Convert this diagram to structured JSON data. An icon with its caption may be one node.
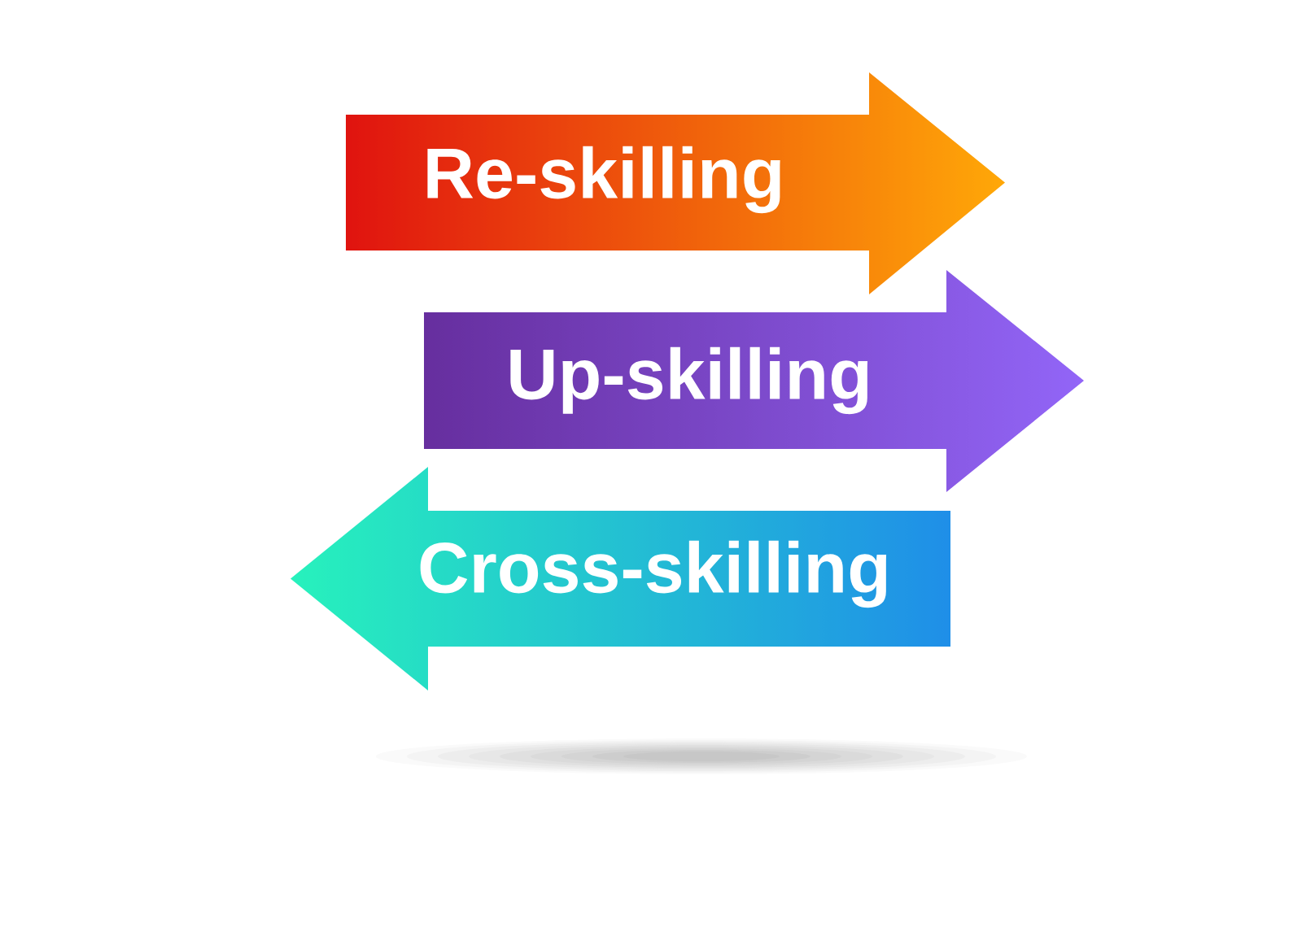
{
  "diagram": {
    "nodes": [
      {
        "text": [
          "Re-skilling"
        ]
      },
      {
        "text": [
          "Up-skilling"
        ]
      },
      {
        "text": [
          "Cross-skilling"
        ]
      }
    ]
  }
}
